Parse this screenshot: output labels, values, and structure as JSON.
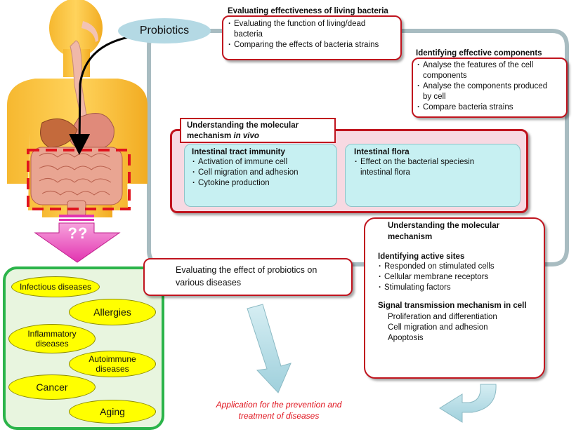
{
  "probiotics_label": "Probiotics",
  "question_marks": "??",
  "evaluating_living": {
    "title": "Evaluating effectiveness of living bacteria",
    "items": [
      "Evaluating the function of living/dead bacteria",
      "Comparing the effects of bacteria strains"
    ]
  },
  "identifying_components": {
    "title": "Identifying effective components",
    "items": [
      "Analyse the features of the cell components",
      "Analyse the components produced by cell",
      "Compare bacteria strains"
    ]
  },
  "molecular_in_vivo": {
    "title_plain": "Understanding the molecular mechanism ",
    "title_italic": "in vivo",
    "immunity": {
      "title": "Intestinal tract immunity",
      "items": [
        "Activation of immune cell",
        "Cell migration and adhesion",
        "Cytokine production"
      ]
    },
    "flora": {
      "title": "Intestinal flora",
      "items": [
        "Effect on the bacterial speciesin intestinal flora"
      ]
    }
  },
  "molecular": {
    "title": "Understanding the molecular mechanism",
    "active_sites": {
      "title": "Identifying active sites",
      "items": [
        "Responded on stimulated cells",
        "Cellular membrane receptors",
        "Stimulating factors"
      ]
    },
    "signal": {
      "title": "Signal transmission mechanism in cell",
      "lines": [
        "Proliferation and differentiation",
        "Cell migration and adhesion",
        "Apoptosis"
      ]
    }
  },
  "evaluating_diseases": "Evaluating the effect of probiotics on various diseases",
  "diseases": [
    "Infectious diseases",
    "Allergies",
    "Inflammatory diseases",
    "Autoimmune diseases",
    "Cancer",
    "Aging"
  ],
  "application": "Application for the prevention and treatment of diseases"
}
